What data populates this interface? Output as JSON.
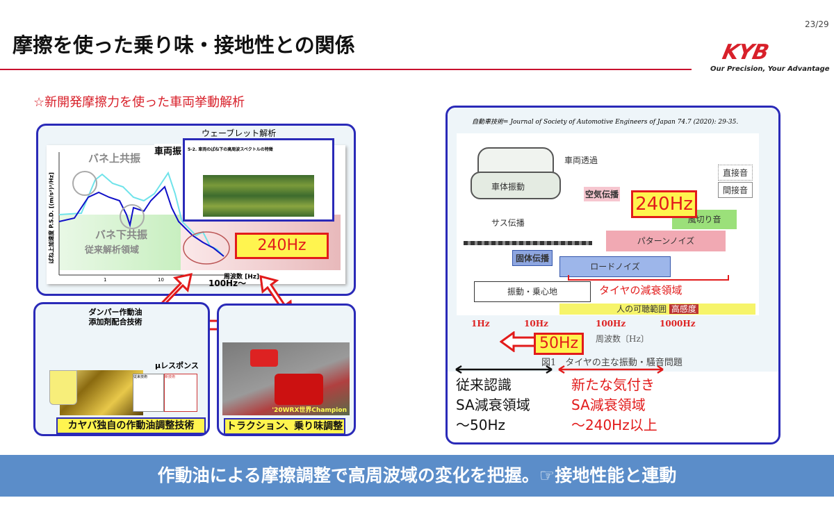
{
  "header": {
    "title": "摩擦を使った乗り味・接地性との関係",
    "page": "23/29",
    "logo": "KYB",
    "tagline": "Our Precision, Your Advantage"
  },
  "subtitle": "☆新開発摩擦力を使った車両挙動解析",
  "psd_panel": {
    "heading_partial": "車両振",
    "wavelet_label": "ウェーブレット解析",
    "ylabel": "ばね上加速度 P.S.D. [(m/s²)²/Hz]",
    "xlabel": "周波数 [Hz]",
    "xticks": [
      "1",
      "10"
    ],
    "upper_resonance": "バネ上共振",
    "lower_resonance": "バネ下共振",
    "conventional_region": "従来解析領域",
    "hz_badge": "240Hz",
    "range_note": "100Hz～",
    "inset_title": "5-2. 車両のばね下の高周波スペクトルの特徴"
  },
  "oil_panel": {
    "heading_line1": "ダンパー作動油",
    "heading_line2": "添加剤配合技術",
    "mu_label": "μレスポンス",
    "old_tech": "従来技術",
    "new_tech": "新技術",
    "label": "カヤバ独自の作動油調整技術"
  },
  "race_panel": {
    "caption": "'20WRX世界Champion",
    "label": "トラクション、乗り味調整"
  },
  "journal": {
    "citation": "自動車技術= Journal of Society of Automotive Engineers of Japan 74.7 (2020): 29-35.",
    "labels": {
      "vehicle_transmission": "車両透過",
      "body_vibration": "車体振動",
      "suspension": "サス伝播",
      "air": "空気伝播",
      "solid": "固体伝播",
      "direct": "直接音",
      "indirect": "間接音",
      "wind": "風切り音",
      "pattern": "パターンノイズ",
      "road": "ロードノイズ",
      "ride": "振動・乗心地",
      "audible": "人の可聴範囲",
      "sensitivity": "高感度",
      "tire_damping": "タイヤの減衰領域",
      "freq_axis": "周波数〔Hz〕",
      "caption": "図1　タイヤの主な振動・騒音問題"
    },
    "ticks": [
      "1Hz",
      "10Hz",
      "100Hz",
      "1000Hz"
    ],
    "hz240": "240Hz",
    "hz50": "50Hz"
  },
  "comparison": {
    "old": [
      "従来認識",
      "SA減衰領域",
      "～50Hz"
    ],
    "new": [
      "新たな気付き",
      "SA減衰領域",
      "～240Hz以上"
    ]
  },
  "banner": "作動油による摩擦調整で高周波域の変化を把握。☞接地性能と連動"
}
